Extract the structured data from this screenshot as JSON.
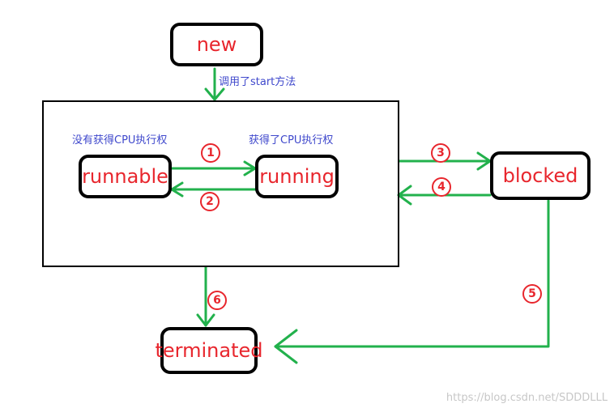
{
  "states": {
    "new": "new",
    "runnable": "runnable",
    "running": "running",
    "blocked": "blocked",
    "terminated": "terminated"
  },
  "labels": {
    "call_start": "调用了start方法",
    "no_cpu": "没有获得CPU执行权",
    "got_cpu": "获得了CPU执行权"
  },
  "markers": {
    "m1": "1",
    "m2": "2",
    "m3": "3",
    "m4": "4",
    "m5": "5",
    "m6": "6"
  },
  "watermark": "https://blog.csdn.net/SDDDLLL",
  "colors": {
    "state_text": "#e8262d",
    "arrow": "#22b14c",
    "label_text": "#3f48cc",
    "border": "#000000"
  }
}
